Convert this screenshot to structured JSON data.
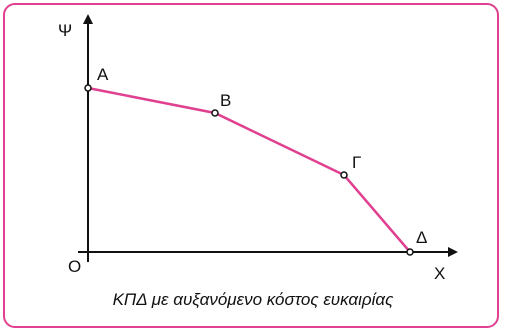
{
  "figure": {
    "accent_color": "#e0408f",
    "axis_color": "#111111",
    "caption": "ΚΠΔ με αυξανόμενο κόστος ευκαιρίας"
  },
  "axes": {
    "y_label": "Ψ",
    "x_label": "X",
    "origin_label": "O"
  },
  "curve": {
    "points": [
      {
        "label": "A"
      },
      {
        "label": "B"
      },
      {
        "label": "Γ"
      },
      {
        "label": "Δ"
      }
    ]
  }
}
